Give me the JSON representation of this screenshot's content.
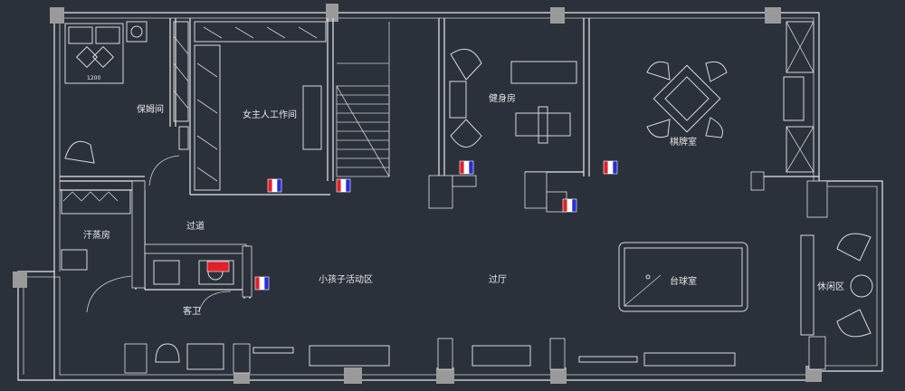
{
  "rooms": {
    "nanny_room": "保姆间",
    "hostess_workroom": "女主人工作间",
    "gym": "健身房",
    "mahjong_room": "棋牌室",
    "sauna_room": "汗蒸房",
    "passage": "过道",
    "kids_activity": "小孩子活动区",
    "hall": "过厅",
    "billiard_room": "台球室",
    "leisure_area": "休闲区",
    "guest_bath": "客卫"
  },
  "bed_dimension": "1200",
  "colors": {
    "background": "#2b313b",
    "wall": "#e8e8e8",
    "column": "#9a9a9a",
    "marker_red": "#e0202a",
    "marker_blue": "#2b2bd6"
  }
}
